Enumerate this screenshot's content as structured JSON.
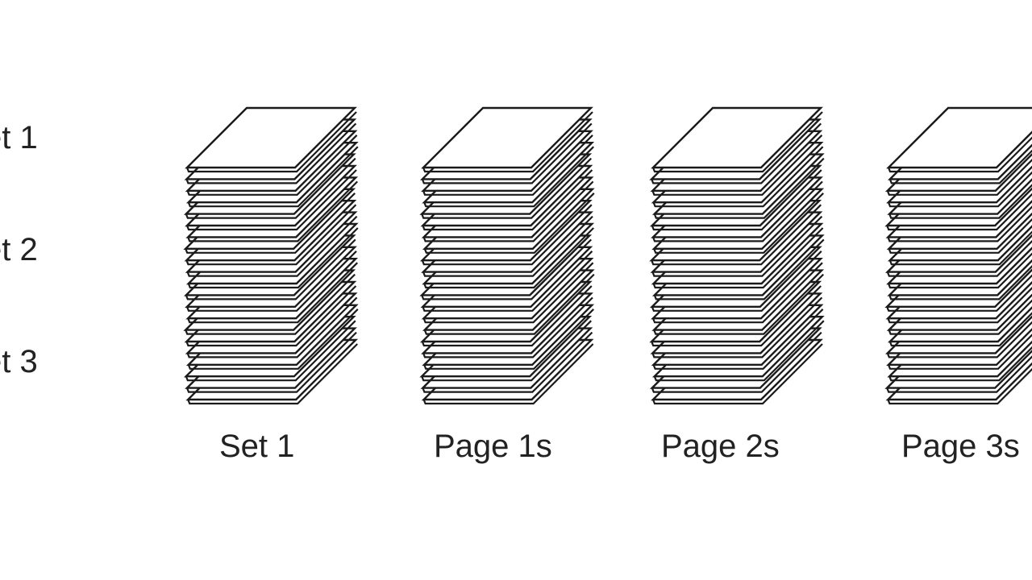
{
  "row_labels": [
    "et 1",
    "et 2",
    "et 3"
  ],
  "stacks": [
    {
      "caption": "Set 1"
    },
    {
      "caption": "Page 1s"
    },
    {
      "caption": "Page 2s"
    },
    {
      "caption": "Page 3s"
    }
  ],
  "colors": {
    "background": "#ffffff",
    "stroke": "#1a1a1a",
    "text": "#222222"
  }
}
